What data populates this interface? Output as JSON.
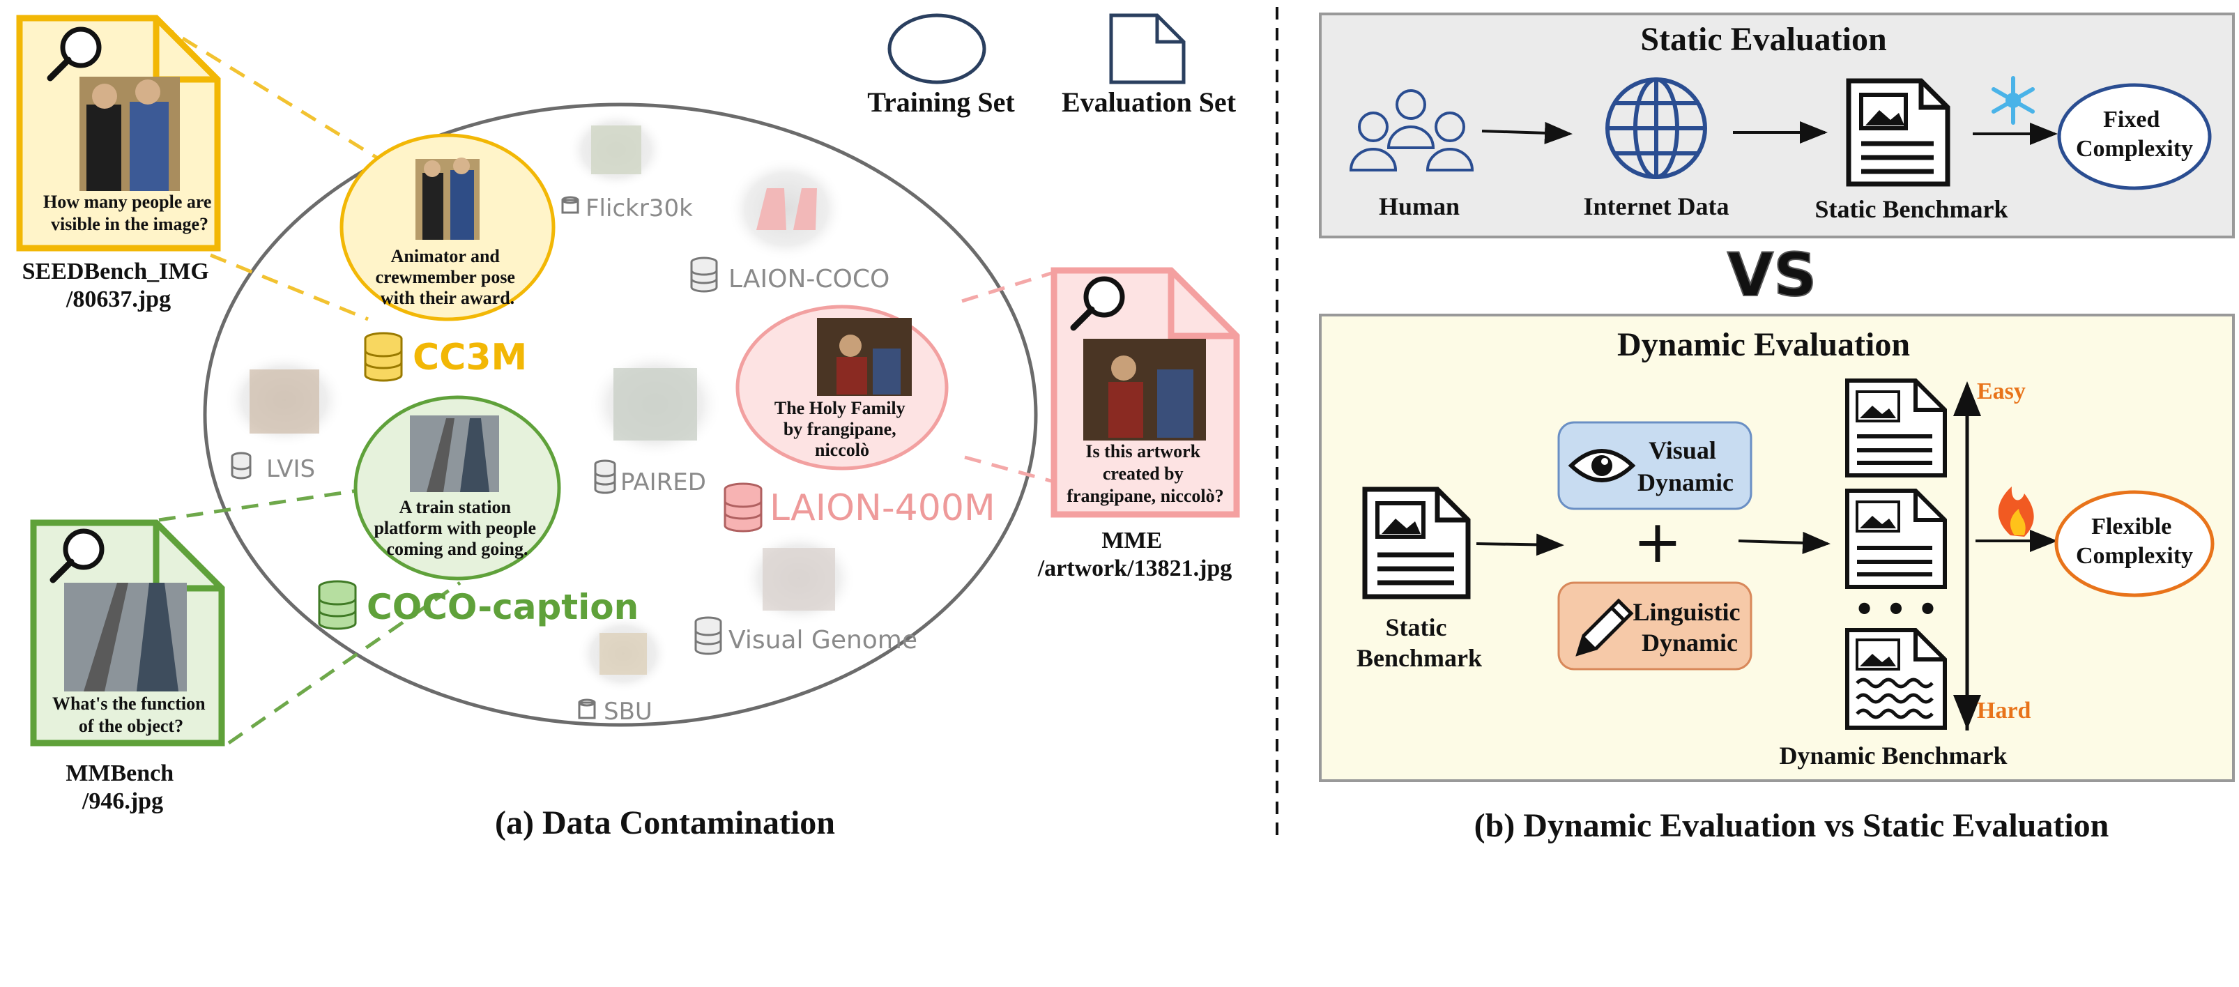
{
  "legend": {
    "training_set": "Training Set",
    "evaluation_set": "Evaluation Set"
  },
  "left_panel": {
    "caption": "(a) Data Contamination",
    "datasets": {
      "flickr": "Flickr30k",
      "laion_coco": "LAION-COCO",
      "cc3m": "CC3M",
      "lvis": "LVIS",
      "paired": "PAIRED",
      "laion_400m": "LAION-400M",
      "coco_caption": "COCO-caption",
      "visual_genome": "Visual Genome",
      "sbu": "SBU"
    },
    "training_captions": {
      "cc3m": [
        "Animator and",
        "crewmember pose",
        "with their award."
      ],
      "laion": [
        "The Holy Family",
        "by frangipane,",
        "niccolò"
      ],
      "coco": [
        "A train station",
        "platform with people",
        "coming and going."
      ]
    },
    "eval_docs": {
      "seed": {
        "question": [
          "How many people are",
          "visible in the image?"
        ],
        "source": [
          "SEEDBench_IMG",
          "/80637.jpg"
        ]
      },
      "mme": {
        "question": [
          "Is this artwork",
          "created by",
          "frangipane, niccolò?"
        ],
        "source": [
          "MME",
          "/artwork/13821.jpg"
        ]
      },
      "mmbench": {
        "question": [
          "What's the function",
          "of the object?"
        ],
        "source": [
          "MMBench",
          "/946.jpg"
        ]
      }
    }
  },
  "right_panel": {
    "caption": "(b) Dynamic Evaluation vs Static Evaluation",
    "vs": "VS",
    "static": {
      "title": "Static Evaluation",
      "human": "Human",
      "internet": "Internet Data",
      "benchmark": "Static Benchmark",
      "outcome": [
        "Fixed",
        "Complexity"
      ]
    },
    "dynamic": {
      "title": "Dynamic Evaluation",
      "input": [
        "Static",
        "Benchmark"
      ],
      "visual": [
        "Visual",
        "Dynamic"
      ],
      "linguistic": [
        "Linguistic",
        "Dynamic"
      ],
      "plus": "+",
      "easy": "Easy",
      "hard": "Hard",
      "dots": "• • •",
      "benchmark": "Dynamic Benchmark",
      "outcome": [
        "Flexible",
        "Complexity"
      ]
    }
  },
  "colors": {
    "yellow": "#f2b705",
    "yellow_fill": "#fff4c9",
    "green": "#5fa13a",
    "green_fill": "#e6f2dc",
    "pink": "#f2a0a0",
    "pink_fill": "#fde3e3",
    "blue": "#2a4d91",
    "orange": "#e8731a",
    "static_bg": "#ebebeb",
    "dynamic_bg": "#fdfbe6",
    "visual_box": "#c8dcf1",
    "linguistic_box": "#f6c9a8"
  }
}
